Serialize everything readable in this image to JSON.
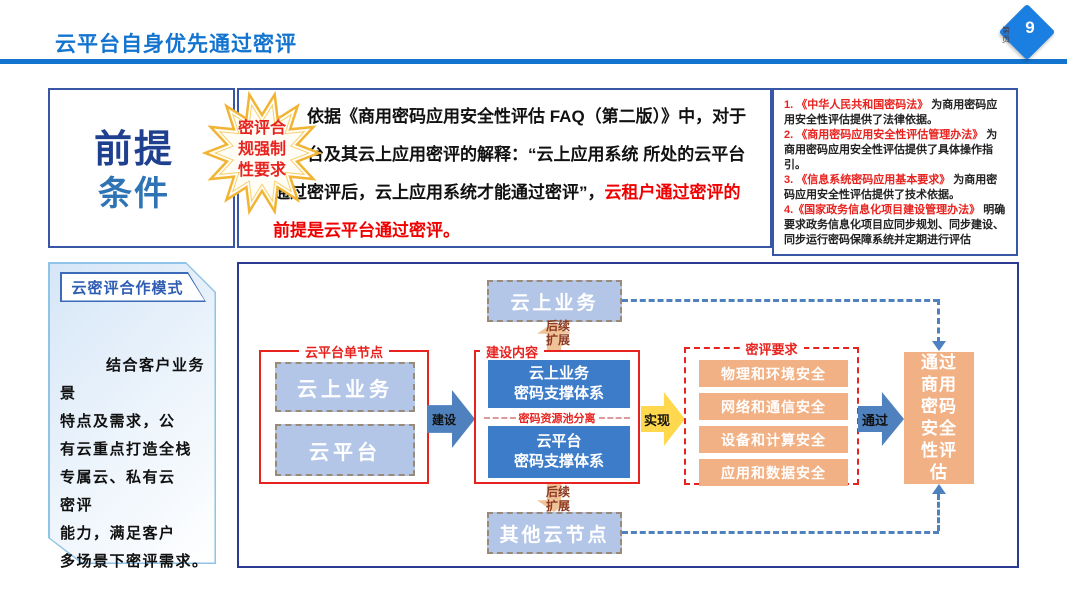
{
  "page": {
    "title": "云平台自身优先通过密评",
    "page_number": "9",
    "page_marker": "第\n页"
  },
  "colors": {
    "accent_blue": "#1374cf",
    "box_border_blue": "#3a56a6",
    "red": "#e8221e",
    "light_blue_fill": "#b3c6e7",
    "solid_blue_fill": "#3d7cc9",
    "orange_fill": "#f2b184",
    "yellow_arrow": "#ffd84d",
    "tan_arrow": "#f0c298",
    "dashed_connector": "#4e81bd",
    "diagram_border": "#2b3990",
    "panel_border": "#8fc3e8"
  },
  "premise": {
    "line1": "前提",
    "line2": "条件",
    "burst": "密评合\n规强制\n性要求"
  },
  "quote": {
    "black": "依据《商用密码应用安全性评估 FAQ（第二版）》中，对于云平台及其云上应用密评的解释：“云上应用系统 所处的云平台通过密评后，云上应用系统才能通过密评”，",
    "red": "云租户通过密评的前提是云平台通过密评。"
  },
  "laws": {
    "items": [
      {
        "title": "1. 《中华人民共和国密码法》",
        "desc": " 为商用密码应用安全性评估提供了法律依据。"
      },
      {
        "title": "2. 《商用密码应用安全性评估管理办法》",
        "desc": " 为商用密码应用安全性评估提供了具体操作指引。"
      },
      {
        "title": "3. 《信息系统密码应用基本要求》",
        "desc": " 为商用密码应用安全性评估提供了技术依据。"
      },
      {
        "title": "4.《国家政务信息化项目建设管理办法》",
        "desc": " 明确要求政务信息化项目应同步规划、同步建设、同步运行密码保障系统并定期进行评估"
      }
    ]
  },
  "partner": {
    "tag": "云密评合作模式",
    "body": "结合客户业务景\n特点及需求，公\n有云重点打造全栈\n专属云、私有云\n密评\n能力，满足客户\n多场景下密评需求。"
  },
  "diagram": {
    "cloud_top": "云上业务",
    "cloud_other": "其他云节点",
    "left_group": {
      "label": "云平台单节点",
      "box1": "云上业务",
      "box2": "云平台"
    },
    "build_group": {
      "label": "建设内容",
      "box1": "云上业务\n密码支撑体系",
      "divider": "密码资源池分离",
      "box2": "云平台\n密码支撑体系"
    },
    "req_group": {
      "label": "密评要求",
      "items": [
        "物理和环境安全",
        "网络和通信安全",
        "设备和计算安全",
        "应用和数据安全"
      ]
    },
    "arrows": {
      "build": "建设",
      "realize": "实现",
      "pass": "通过",
      "expand_top": "后续\n扩展",
      "expand_bottom": "后续\n扩展"
    },
    "result": "通过商用密码安全性评估"
  }
}
